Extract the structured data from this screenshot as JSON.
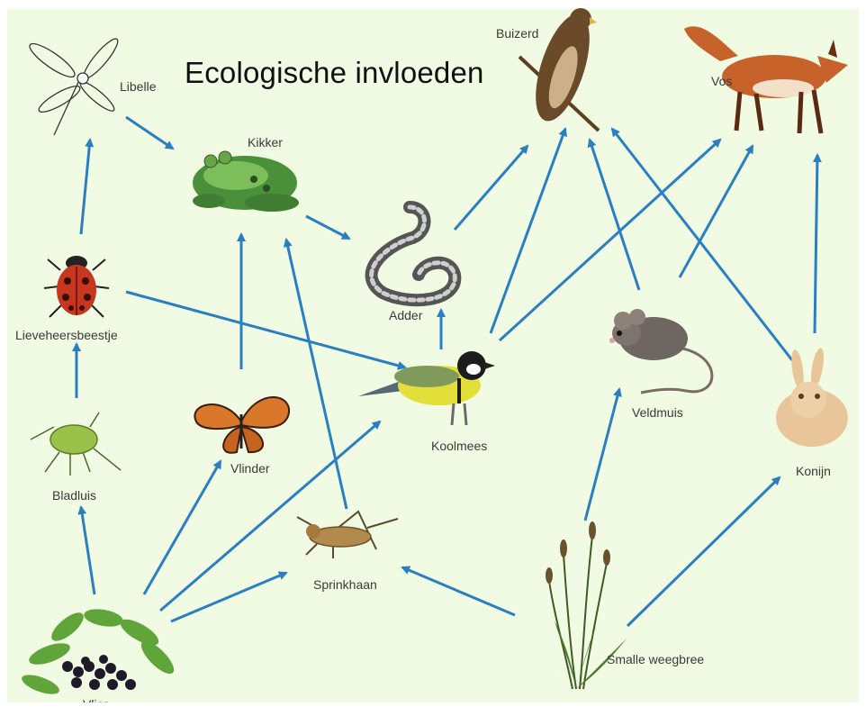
{
  "title": "Ecologische invloeden",
  "colors": {
    "arrow": "#2a7fc1",
    "background": "#f1fbe3"
  },
  "nodes": [
    {
      "id": "libelle",
      "label": "Libelle",
      "icon": "dragonfly-icon"
    },
    {
      "id": "kikker",
      "label": "Kikker",
      "icon": "frog-icon"
    },
    {
      "id": "buizerd",
      "label": "Buizerd",
      "icon": "buzzard-icon"
    },
    {
      "id": "vos",
      "label": "Vos",
      "icon": "fox-icon"
    },
    {
      "id": "adder",
      "label": "Adder",
      "icon": "snake-icon"
    },
    {
      "id": "lieveheersbeestje",
      "label": "Lieveheersbeestje",
      "icon": "ladybug-icon"
    },
    {
      "id": "koolmees",
      "label": "Koolmees",
      "icon": "great-tit-icon"
    },
    {
      "id": "veldmuis",
      "label": "Veldmuis",
      "icon": "mouse-icon"
    },
    {
      "id": "vlinder",
      "label": "Vlinder",
      "icon": "butterfly-icon"
    },
    {
      "id": "konijn",
      "label": "Konijn",
      "icon": "rabbit-icon"
    },
    {
      "id": "bladluis",
      "label": "Bladluis",
      "icon": "aphid-icon"
    },
    {
      "id": "sprinkhaan",
      "label": "Sprinkhaan",
      "icon": "grasshopper-icon"
    },
    {
      "id": "smalle_weegbree",
      "label": "Smalle weegbree",
      "icon": "plantain-icon"
    },
    {
      "id": "vlier",
      "label": "Vlier",
      "icon": "elder-icon"
    }
  ],
  "edges": [
    [
      "libelle",
      "kikker"
    ],
    [
      "lieveheersbeestje",
      "libelle"
    ],
    [
      "bladluis",
      "lieveheersbeestje"
    ],
    [
      "vlier",
      "bladluis"
    ],
    [
      "lieveheersbeestje",
      "koolmees"
    ],
    [
      "kikker",
      "adder"
    ],
    [
      "vlinder",
      "kikker"
    ],
    [
      "sprinkhaan",
      "kikker"
    ],
    [
      "vlier",
      "vlinder"
    ],
    [
      "vlier",
      "koolmees"
    ],
    [
      "vlier",
      "sprinkhaan"
    ],
    [
      "koolmees",
      "adder"
    ],
    [
      "adder",
      "buizerd"
    ],
    [
      "koolmees",
      "buizerd"
    ],
    [
      "koolmees",
      "vos"
    ],
    [
      "veldmuis",
      "buizerd"
    ],
    [
      "veldmuis",
      "vos"
    ],
    [
      "konijn",
      "buizerd"
    ],
    [
      "konijn",
      "vos"
    ],
    [
      "smalle_weegbree",
      "veldmuis"
    ],
    [
      "smalle_weegbree",
      "konijn"
    ],
    [
      "smalle_weegbree",
      "sprinkhaan"
    ]
  ]
}
